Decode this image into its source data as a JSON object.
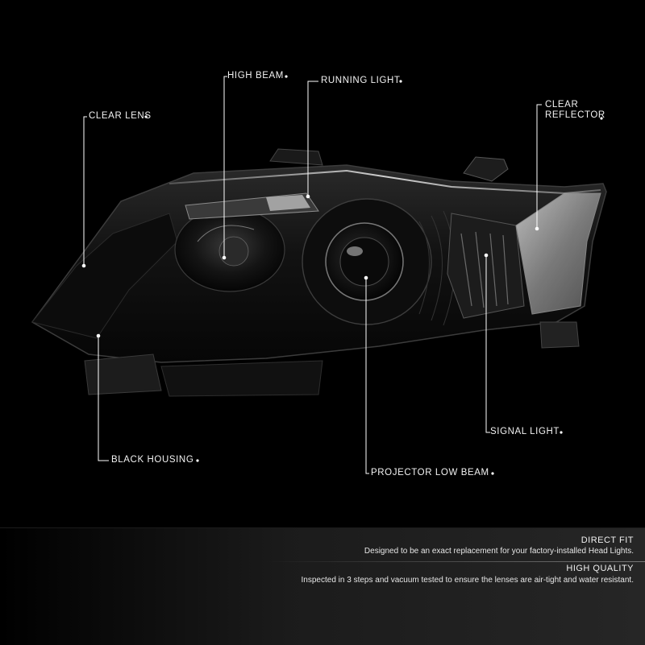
{
  "callouts": {
    "high_beam": "HIGH BEAM",
    "running_light": "RUNNING LIGHT",
    "clear_lens": "CLEAR LENS",
    "clear_reflector": "CLEAR\nREFLECTOR",
    "signal_light": "SIGNAL LIGHT",
    "black_housing": "BLACK HOUSING",
    "projector_low_beam": "PROJECTOR LOW BEAM"
  },
  "features": [
    {
      "title": "DIRECT FIT",
      "description": "Designed to be an exact replacement for your factory-installed Head Lights."
    },
    {
      "title": "HIGH QUALITY",
      "description": "Inspected in 3 steps and vacuum tested to ensure the lenses are air-tight and water resistant."
    }
  ],
  "colors": {
    "background": "#000000",
    "callout_line": "#ffffff",
    "housing": "#121212"
  }
}
